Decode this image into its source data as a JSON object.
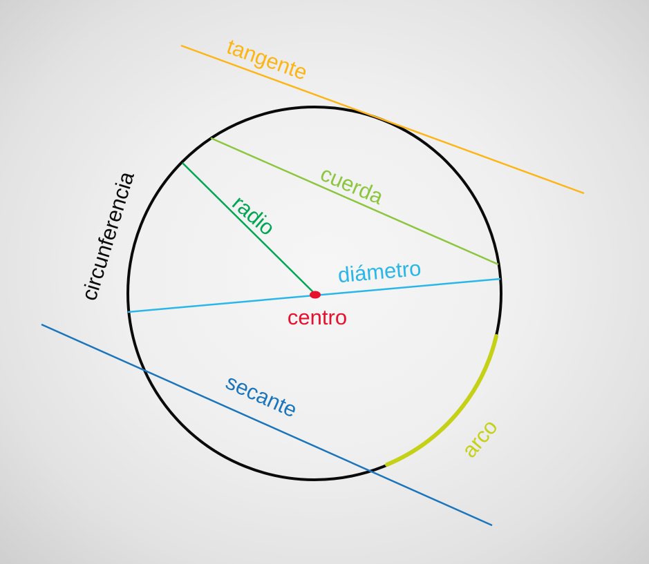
{
  "diagram": {
    "description": "Partes de la circunferencia (parts of a circle) labeled diagram",
    "labels": {
      "tangente": "tangente",
      "cuerda": "cuerda",
      "radio": "radio",
      "diametro": "diámetro",
      "centro": "centro",
      "circunferencia": "circunferencia",
      "secante": "secante",
      "arco": "arco"
    },
    "colors": {
      "tangente": "#fdb515",
      "cuerda": "#8cc63f",
      "radio": "#00a651",
      "diametro": "#29b6e8",
      "centro": "#e8112d",
      "circunferencia": "#0a0a0a",
      "secante": "#1b75bc",
      "arco": "#c5d117",
      "background_center": "#f6f6f6",
      "background_edge": "#cfcfcf"
    }
  }
}
